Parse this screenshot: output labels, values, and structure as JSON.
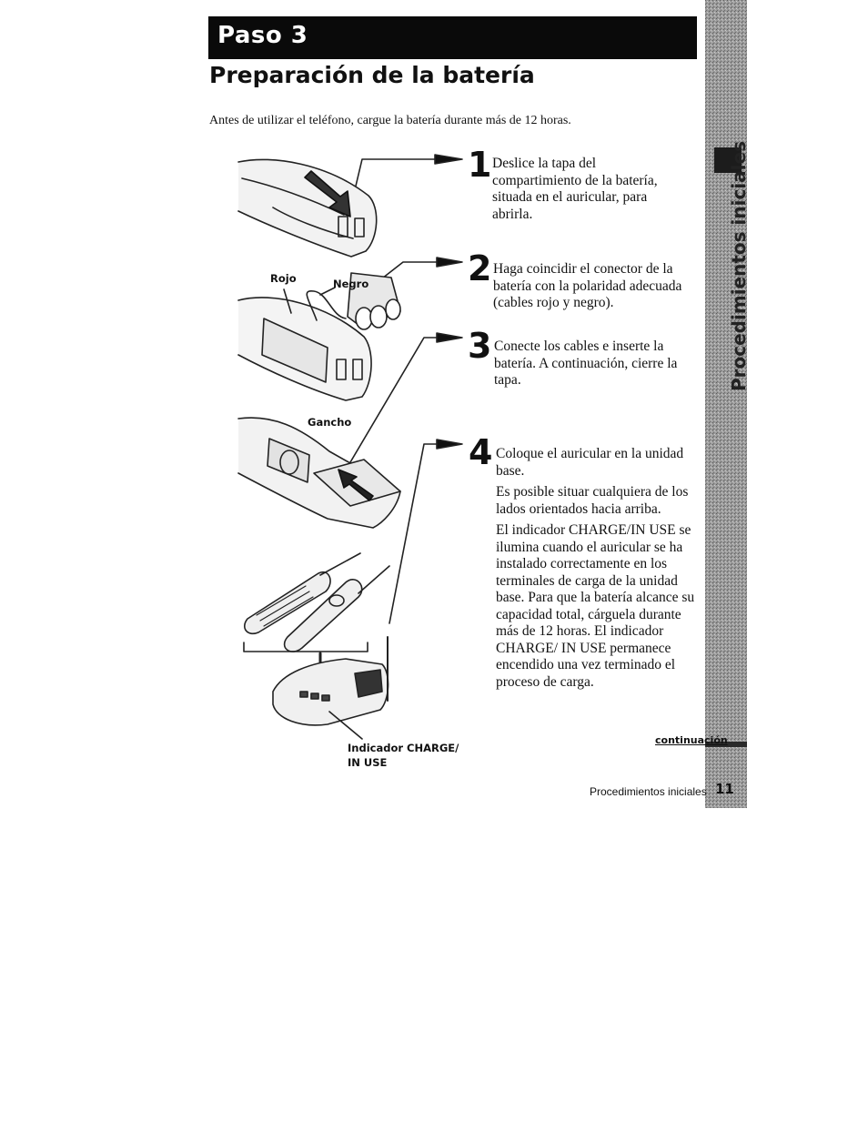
{
  "header": {
    "step_label": "Paso 3",
    "title": "Preparación de la batería"
  },
  "intro": "Antes de utilizar el teléfono, cargue la batería durante más de 12 horas.",
  "steps": [
    {
      "number": "1",
      "paragraphs": [
        "Deslice la tapa del compartimiento de la batería, situada en el auricular, para abrirla."
      ]
    },
    {
      "number": "2",
      "paragraphs": [
        "Haga coincidir el conector de la batería con la polaridad adecuada (cables rojo y negro)."
      ]
    },
    {
      "number": "3",
      "paragraphs": [
        "Conecte los cables e inserte la batería. A continuación, cierre la tapa."
      ]
    },
    {
      "number": "4",
      "paragraphs": [
        "Coloque el auricular en la unidad base.",
        "Es posible situar cualquiera de los lados orientados hacia arriba.",
        "El indicador CHARGE/IN USE se ilumina cuando el auricular se ha instalado correctamente en los terminales de carga de la unidad base. Para que la batería alcance su capacidad total, cárguela durante más de 12 horas. El indicador CHARGE/ IN USE permanece encendido una vez terminado el proceso de carga."
      ]
    }
  ],
  "labels": {
    "rojo": "Rojo",
    "negro": "Negro",
    "gancho": "Gancho",
    "indicador_line1": "Indicador CHARGE/",
    "indicador_line2": "IN USE"
  },
  "continuation": "continuación",
  "footer": {
    "section": "Procedimientos iniciales",
    "page": "11"
  },
  "side_tab": {
    "text": "Procedimientos iniciales"
  }
}
